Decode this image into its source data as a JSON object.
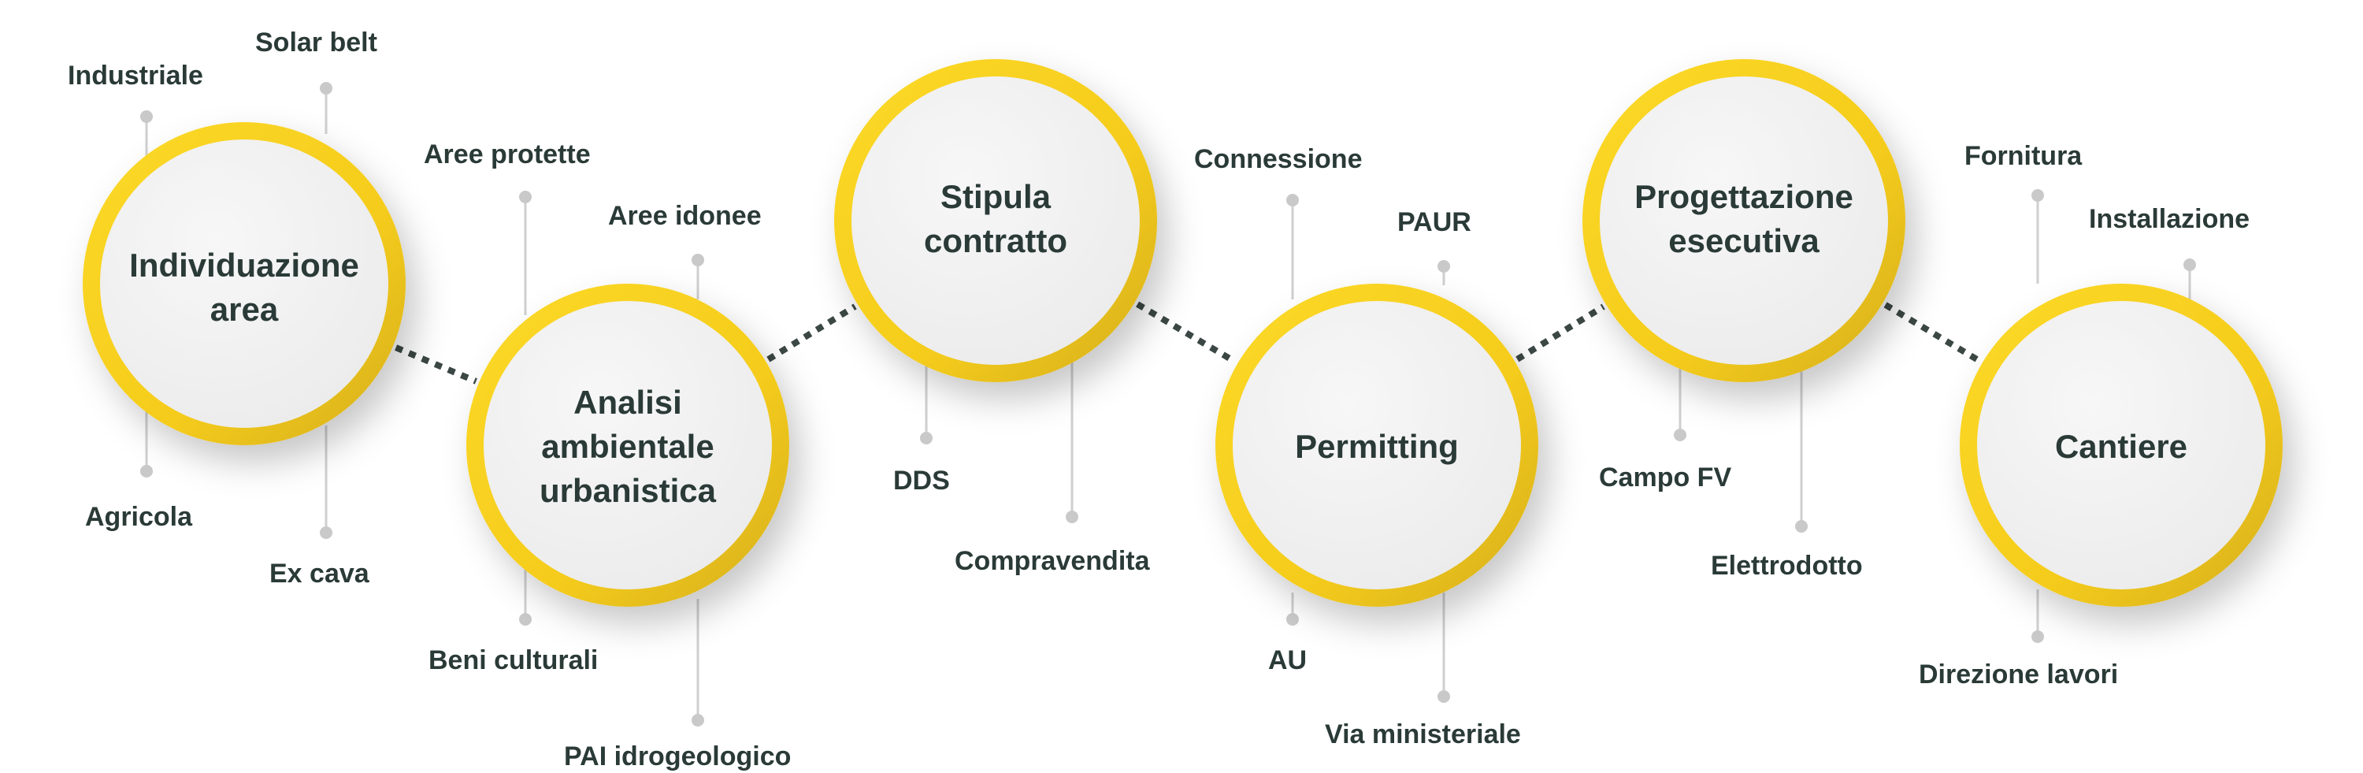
{
  "colors": {
    "ring": "#f9d21e",
    "ring_shadow": "#d9b21a",
    "fill": "#f2f2f2",
    "text": "#2a3a37",
    "stem": "#cfcfcf",
    "dot": "#c9c9c9",
    "connector": "#3b4744"
  },
  "steps": [
    {
      "title": "Individuazione\narea",
      "tags": [
        "Industriale",
        "Solar belt",
        "Agricola",
        "Ex cava"
      ]
    },
    {
      "title": "Analisi\nambientale\nurbanistica",
      "tags": [
        "Aree protette",
        "Aree idonee",
        "Beni culturali",
        "PAI idrogeologico"
      ]
    },
    {
      "title": "Stipula\ncontratto",
      "tags": [
        "DDS",
        "Compravendita"
      ]
    },
    {
      "title": "Permitting",
      "tags": [
        "Connessione",
        "PAUR",
        "AU",
        "Via ministeriale"
      ]
    },
    {
      "title": "Progettazione\nesecutiva",
      "tags": [
        "Campo FV",
        "Elettrodotto"
      ]
    },
    {
      "title": "Cantiere",
      "tags": [
        "Fornitura",
        "Installazione",
        "Direzione lavori"
      ]
    }
  ]
}
